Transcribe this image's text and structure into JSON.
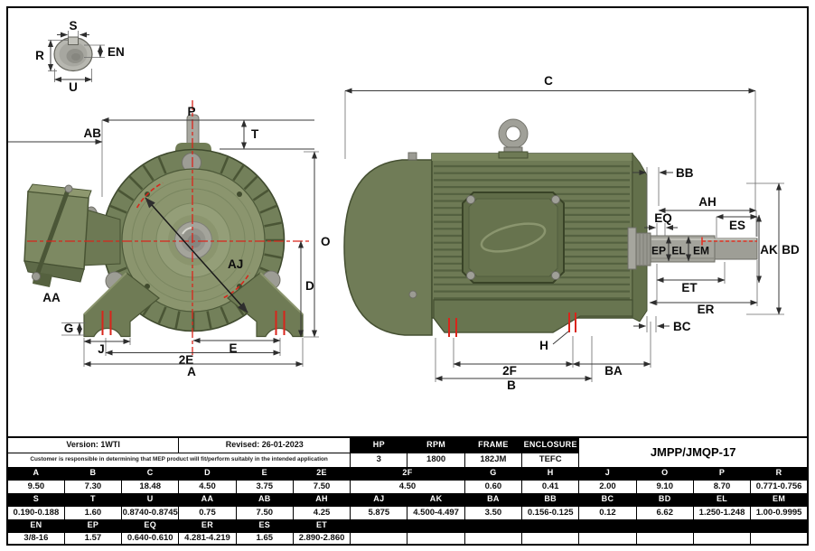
{
  "colors": {
    "motor_green": "#6e7a55",
    "motor_green_light": "#8b956e",
    "motor_green_dark": "#495434",
    "shaft_gray": "#a4a49c",
    "centerline_red": "#d9251b",
    "table_header_bg": "#000000",
    "table_header_text": "#ffffff"
  },
  "views": {
    "shaft_end_detail": {
      "labels": {
        "s": "S",
        "r": "R",
        "en": "EN",
        "u": "U"
      }
    },
    "front": {
      "labels": {
        "p": "P",
        "ab": "AB",
        "t": "T",
        "o": "O",
        "d": "D",
        "aj": "AJ",
        "aa": "AA",
        "g": "G",
        "j": "J",
        "e": "E",
        "two_e": "2E",
        "a": "A"
      }
    },
    "side": {
      "labels": {
        "c": "C",
        "bb": "BB",
        "ah": "AH",
        "eq": "EQ",
        "es": "ES",
        "ep": "EP",
        "el": "EL",
        "em": "EM",
        "ak": "AK",
        "bd": "BD",
        "et": "ET",
        "er": "ER",
        "bc": "BC",
        "h": "H",
        "two_f": "2F",
        "ba": "BA",
        "b": "B"
      }
    }
  },
  "table": {
    "version": "Version: 1WTI",
    "revised": "Revised: 26-01-2023",
    "disclaimer": "Customer is responsible in determining that MEP product will fit/perform suitably in the intended application",
    "spec_headers": [
      "HP",
      "RPM",
      "FRAME",
      "ENCLOSURE"
    ],
    "spec_values": [
      "3",
      "1800",
      "182JM",
      "TEFC"
    ],
    "model": "JMPP/JMQP-17",
    "dims1_headers": [
      "A",
      "B",
      "C",
      "D",
      "E",
      "2E",
      "2F",
      "G",
      "H",
      "J",
      "O",
      "P",
      "R"
    ],
    "dims1_values": [
      "9.50",
      "7.30",
      "18.48",
      "4.50",
      "3.75",
      "7.50",
      "4.50",
      "0.60",
      "0.41",
      "2.00",
      "9.10",
      "8.70",
      "0.771-0.756"
    ],
    "dims2_headers": [
      "S",
      "T",
      "U",
      "AA",
      "AB",
      "AH",
      "AJ",
      "AK",
      "BA",
      "BB",
      "BC",
      "BD",
      "EL",
      "EM"
    ],
    "dims2_values": [
      "0.190-0.188",
      "1.60",
      "0.8740-0.8745",
      "0.75",
      "7.50",
      "4.25",
      "5.875",
      "4.500-4.497",
      "3.50",
      "0.156-0.125",
      "0.12",
      "6.62",
      "1.250-1.248",
      "1.00-0.9995"
    ],
    "dims3_headers": [
      "EN",
      "EP",
      "EQ",
      "ER",
      "ES",
      "ET"
    ],
    "dims3_values": [
      "3/8-16",
      "1.57",
      "0.640-0.610",
      "4.281-4.219",
      "1.65",
      "2.890-2.860"
    ]
  }
}
